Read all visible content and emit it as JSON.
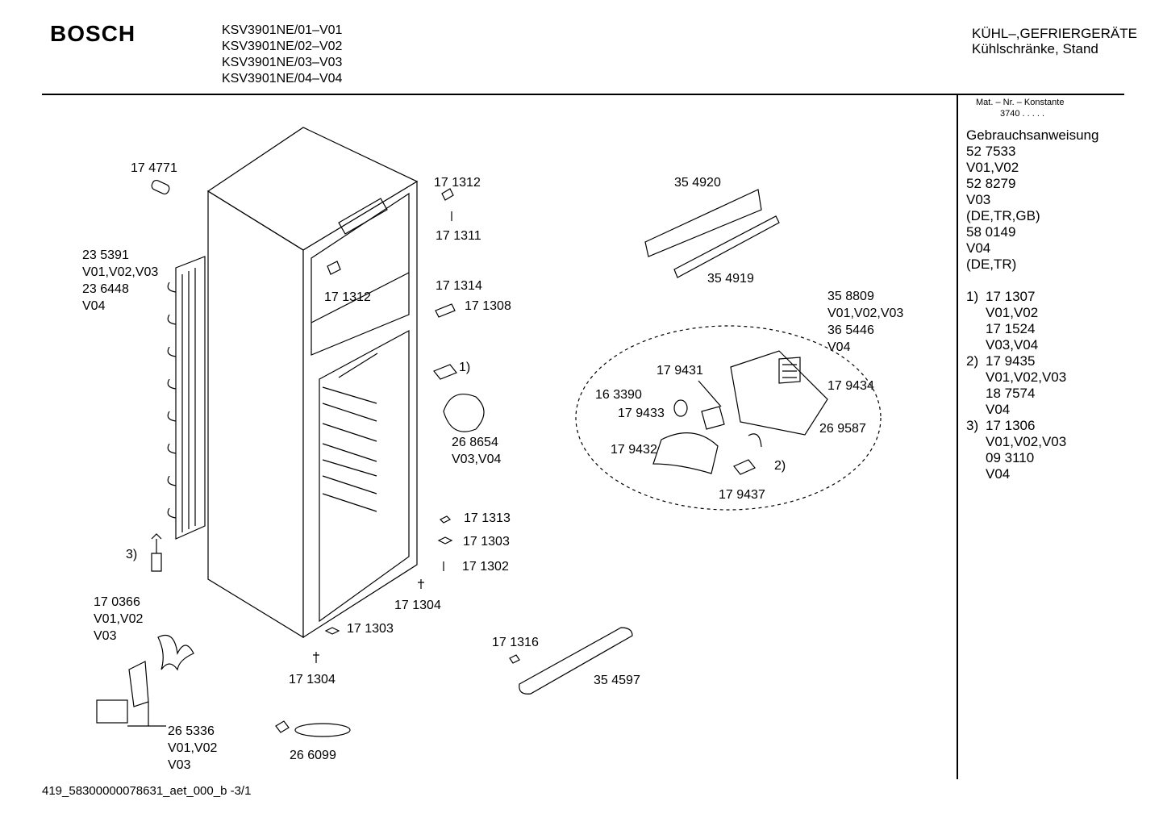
{
  "header": {
    "brand": "BOSCH",
    "models": [
      "KSV3901NE/01–V01",
      "KSV3901NE/02–V02",
      "KSV3901NE/03–V03",
      "KSV3901NE/04–V04"
    ],
    "category_line1": "KÜHL–,GEFRIERGERÄTE",
    "category_line2": "Kühlschränke, Stand"
  },
  "sidebar": {
    "constant_label": "Mat. – Nr. – Konstante",
    "constant_value": "3740 .  .  .  .  .",
    "manual_title": "Gebrauchsanweisung",
    "manual_lines": [
      "52 7533",
      "V01,V02",
      "52 8279",
      "V03",
      "(DE,TR,GB)",
      "58 0149",
      "V04",
      "(DE,TR)"
    ],
    "notes": [
      {
        "num": "1)",
        "lines": [
          "17 1307",
          "V01,V02",
          "17 1524",
          "V03,V04"
        ]
      },
      {
        "num": "2)",
        "lines": [
          "17 9435",
          "V01,V02,V03",
          "18 7574",
          "V04"
        ]
      },
      {
        "num": "3)",
        "lines": [
          "17 1306",
          "V01,V02,V03",
          "09 3110",
          "V04"
        ]
      }
    ]
  },
  "callouts": {
    "c174771": [
      "17 4771"
    ],
    "c235391": [
      "23 5391",
      "V01,V02,V03",
      "23 6448",
      "V04"
    ],
    "c171312a": [
      "17 1312"
    ],
    "c171311": [
      "17 1311"
    ],
    "c171312b": [
      "17 1312"
    ],
    "c171314": [
      "17 1314"
    ],
    "c171308": [
      "17 1308"
    ],
    "n1": [
      "1)"
    ],
    "c268654": [
      "26 8654",
      "V03,V04"
    ],
    "c171313": [
      "17 1313"
    ],
    "c171303a": [
      "17 1303"
    ],
    "c171302": [
      "17 1302"
    ],
    "c171304a": [
      "17 1304"
    ],
    "c171303b": [
      "17 1303"
    ],
    "c171304b": [
      "17 1304"
    ],
    "n3": [
      "3)"
    ],
    "c170366": [
      "17 0366",
      "V01,V02",
      "V03"
    ],
    "c265336": [
      "26 5336",
      "V01,V02",
      "V03"
    ],
    "c266099": [
      "26 6099"
    ],
    "c354920": [
      "35 4920"
    ],
    "c354919": [
      "35 4919"
    ],
    "c358809": [
      "35 8809",
      "V01,V02,V03",
      "36 5446",
      "V04"
    ],
    "c179431": [
      "17 9431"
    ],
    "c179434": [
      "17 9434"
    ],
    "c163390": [
      "16 3390"
    ],
    "c179433": [
      "17 9433"
    ],
    "c269587": [
      "26 9587"
    ],
    "c179432": [
      "17 9432"
    ],
    "n2": [
      "2)"
    ],
    "c179437": [
      "17 9437"
    ],
    "c171316": [
      "17 1316"
    ],
    "c354597": [
      "35 4597"
    ]
  },
  "footer": "419_58300000078631_aet_000_b -3/1"
}
